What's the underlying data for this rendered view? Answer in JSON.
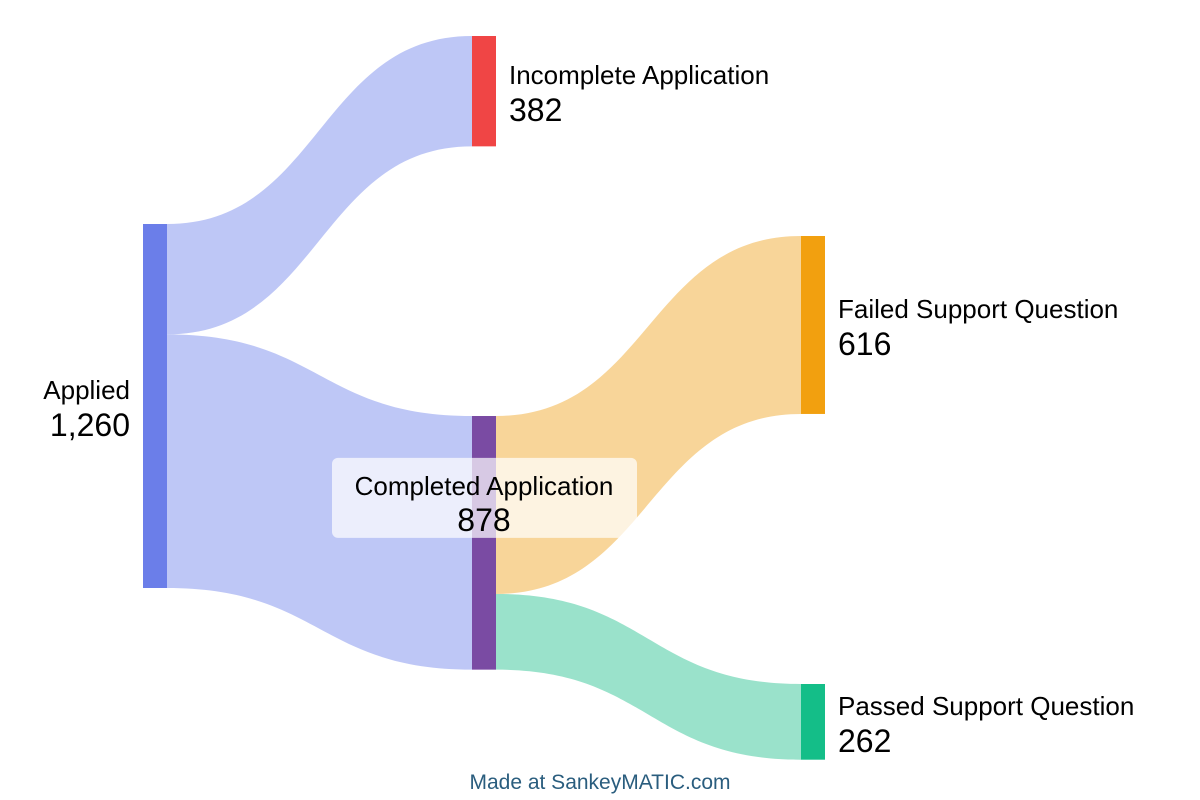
{
  "chart_data": {
    "type": "sankey",
    "nodes": [
      {
        "id": "applied",
        "label": "Applied",
        "value": 1260,
        "value_text": "1,260",
        "color": "#6b7ee9"
      },
      {
        "id": "incomplete",
        "label": "Incomplete Application",
        "value": 382,
        "value_text": "382",
        "color": "#f04545"
      },
      {
        "id": "completed",
        "label": "Completed Application",
        "value": 878,
        "value_text": "878",
        "color": "#7a4ba3"
      },
      {
        "id": "failed",
        "label": "Failed Support Question",
        "value": 616,
        "value_text": "616",
        "color": "#f2a00f"
      },
      {
        "id": "passed",
        "label": "Passed Support Question",
        "value": 262,
        "value_text": "262",
        "color": "#14be88"
      }
    ],
    "flows": [
      {
        "source": "applied",
        "target": "incomplete",
        "value": 382,
        "color": "#bbc4f5"
      },
      {
        "source": "applied",
        "target": "completed",
        "value": 878,
        "color": "#bbc4f5"
      },
      {
        "source": "completed",
        "target": "failed",
        "value": 616,
        "color": "#f8d393"
      },
      {
        "source": "completed",
        "target": "passed",
        "value": 262,
        "color": "#95e0c8"
      }
    ]
  },
  "credit": "Made at SankeyMATIC.com"
}
